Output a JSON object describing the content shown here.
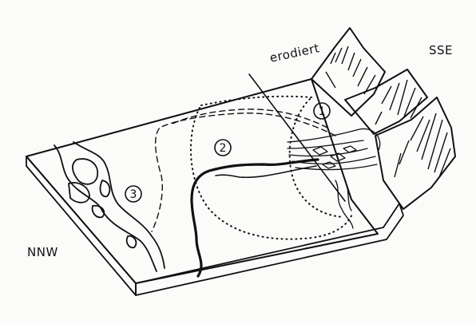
{
  "labels": {
    "northwest": "NNW",
    "southeast": "SSE",
    "eroded": "erodiert"
  },
  "zones": [
    "1",
    "2",
    "3"
  ],
  "colors": {
    "ink": "#111111",
    "paper": "#fbfbfa"
  }
}
